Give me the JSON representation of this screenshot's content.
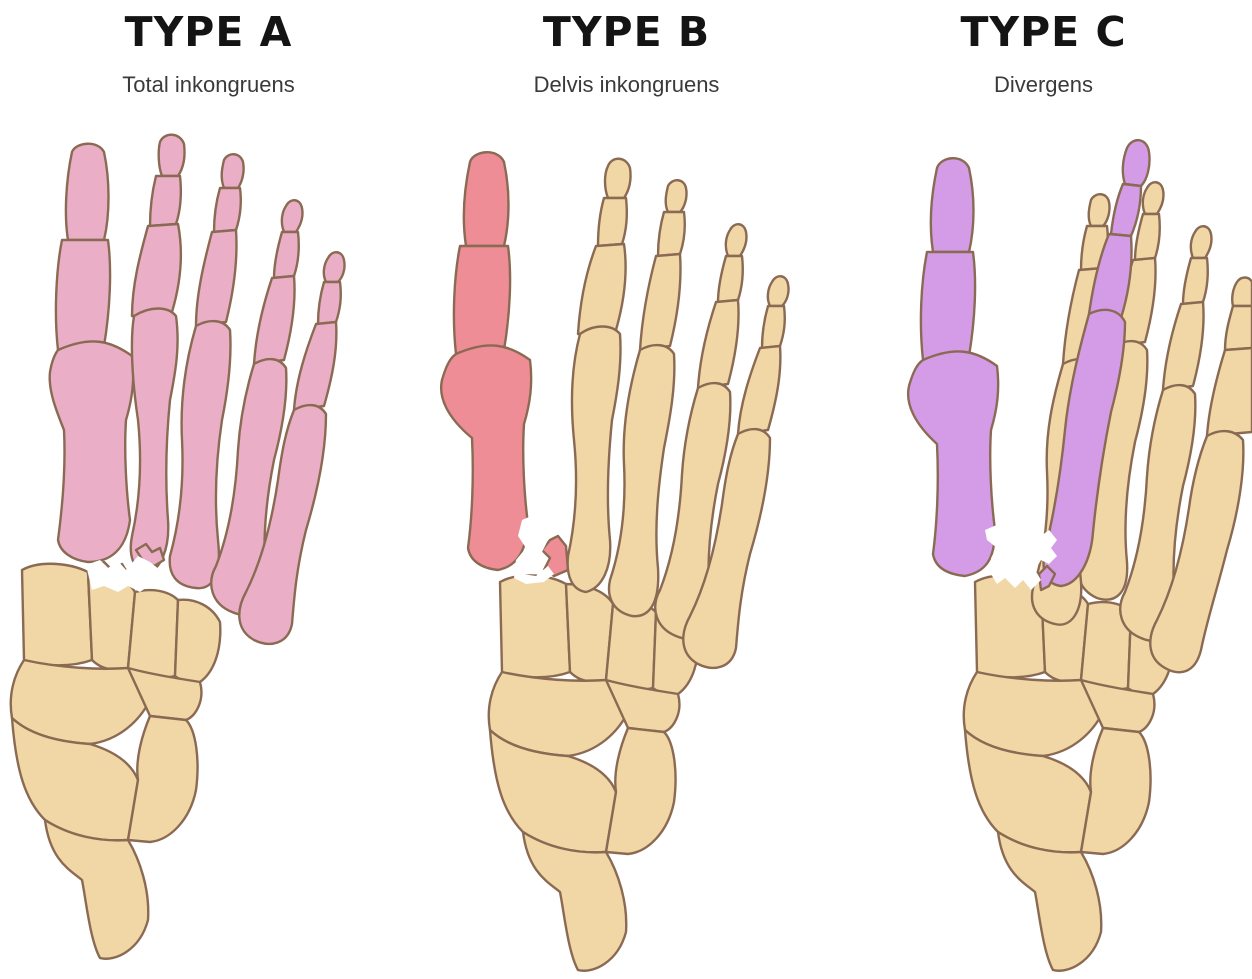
{
  "colors": {
    "bone": "#F1D6A6",
    "outline": "#8A6A52",
    "type_a": "#EAAFC7",
    "type_b": "#EE8D96",
    "type_c": "#D49CE7"
  },
  "panels": [
    {
      "title": "TYPE A",
      "subtitle": "Total inkongruens",
      "pattern": "total-incongruence"
    },
    {
      "title": "TYPE B",
      "subtitle": "Delvis inkongruens",
      "pattern": "partial-incongruence"
    },
    {
      "title": "TYPE C",
      "subtitle": "Divergens",
      "pattern": "divergence"
    }
  ]
}
